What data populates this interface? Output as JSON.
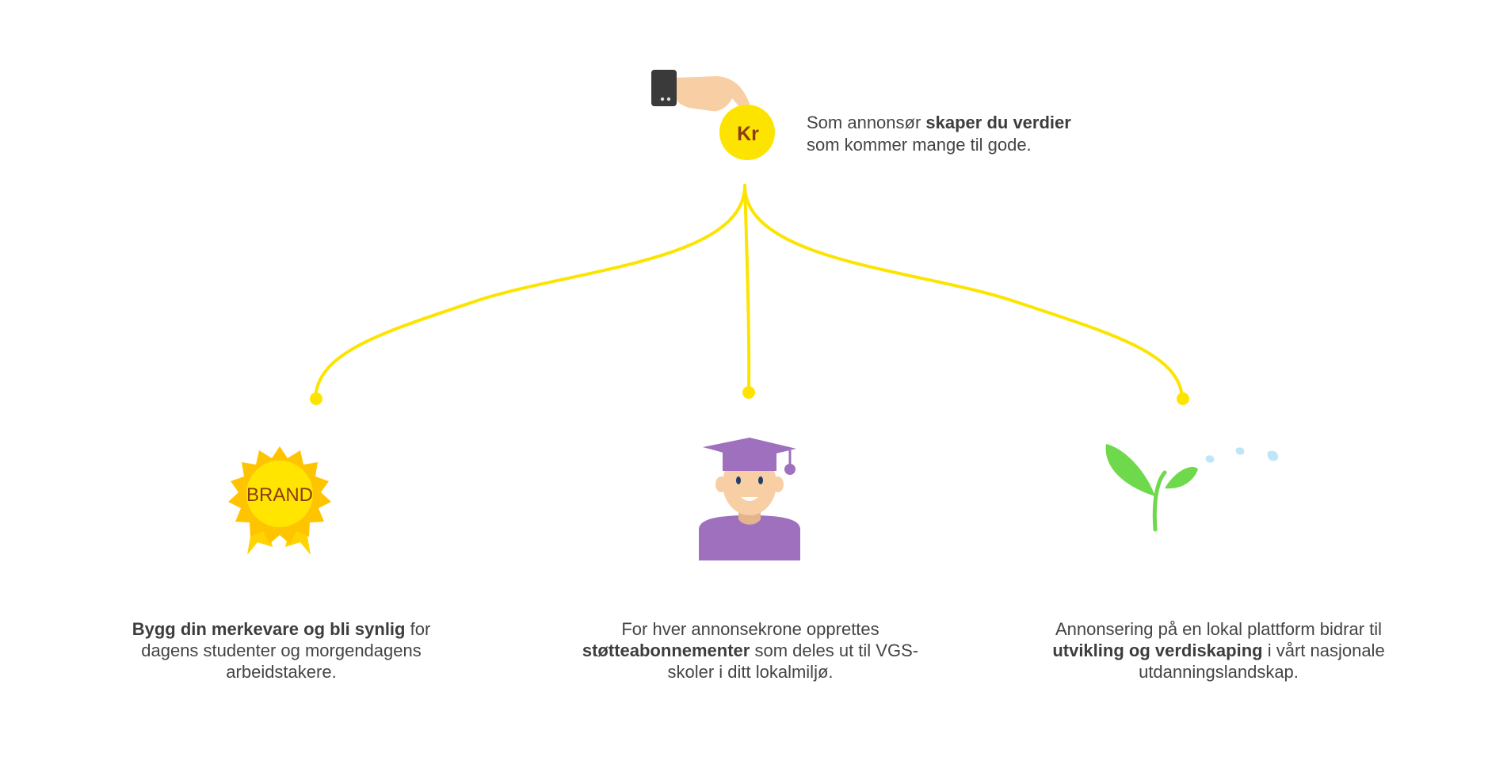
{
  "header": {
    "coin_label": "Kr",
    "text_plain_1": "Som annonsør ",
    "text_bold": "skaper du verdier",
    "text_plain_2": "som kommer mange til gode."
  },
  "columns": [
    {
      "icon": "brand-badge-icon",
      "badge_label": "BRAND",
      "text_bold": "Bygg din merkevare og bli synlig",
      "text_plain_1": " for dagens studenter og morgendagens arbeidstakere."
    },
    {
      "icon": "graduate-student-icon",
      "text_plain_1": "For hver annonsekrone opprettes ",
      "text_bold": "støtteabonnementer",
      "text_plain_2": " som deles ut til VGS-skoler i ditt lokalmiljø."
    },
    {
      "icon": "sprout-norway-map-icon",
      "text_plain_1": "Annonsering på en lokal plattform bidrar til ",
      "text_bold": "utvikling og verdiskaping",
      "text_plain_2": " i vårt nasjonale utdanningslandskap."
    }
  ],
  "colors": {
    "connector": "#FCE400",
    "coin": "#FCE400",
    "coin_text": "#8B3A1A",
    "badge_outer": "#FFC400",
    "badge_inner": "#FFE500",
    "graduate_purple": "#9E70BE",
    "skin": "#F8CFA4",
    "leaf_green": "#6DD94B",
    "map_blue": "#BDE7F8",
    "text": "#444444"
  }
}
